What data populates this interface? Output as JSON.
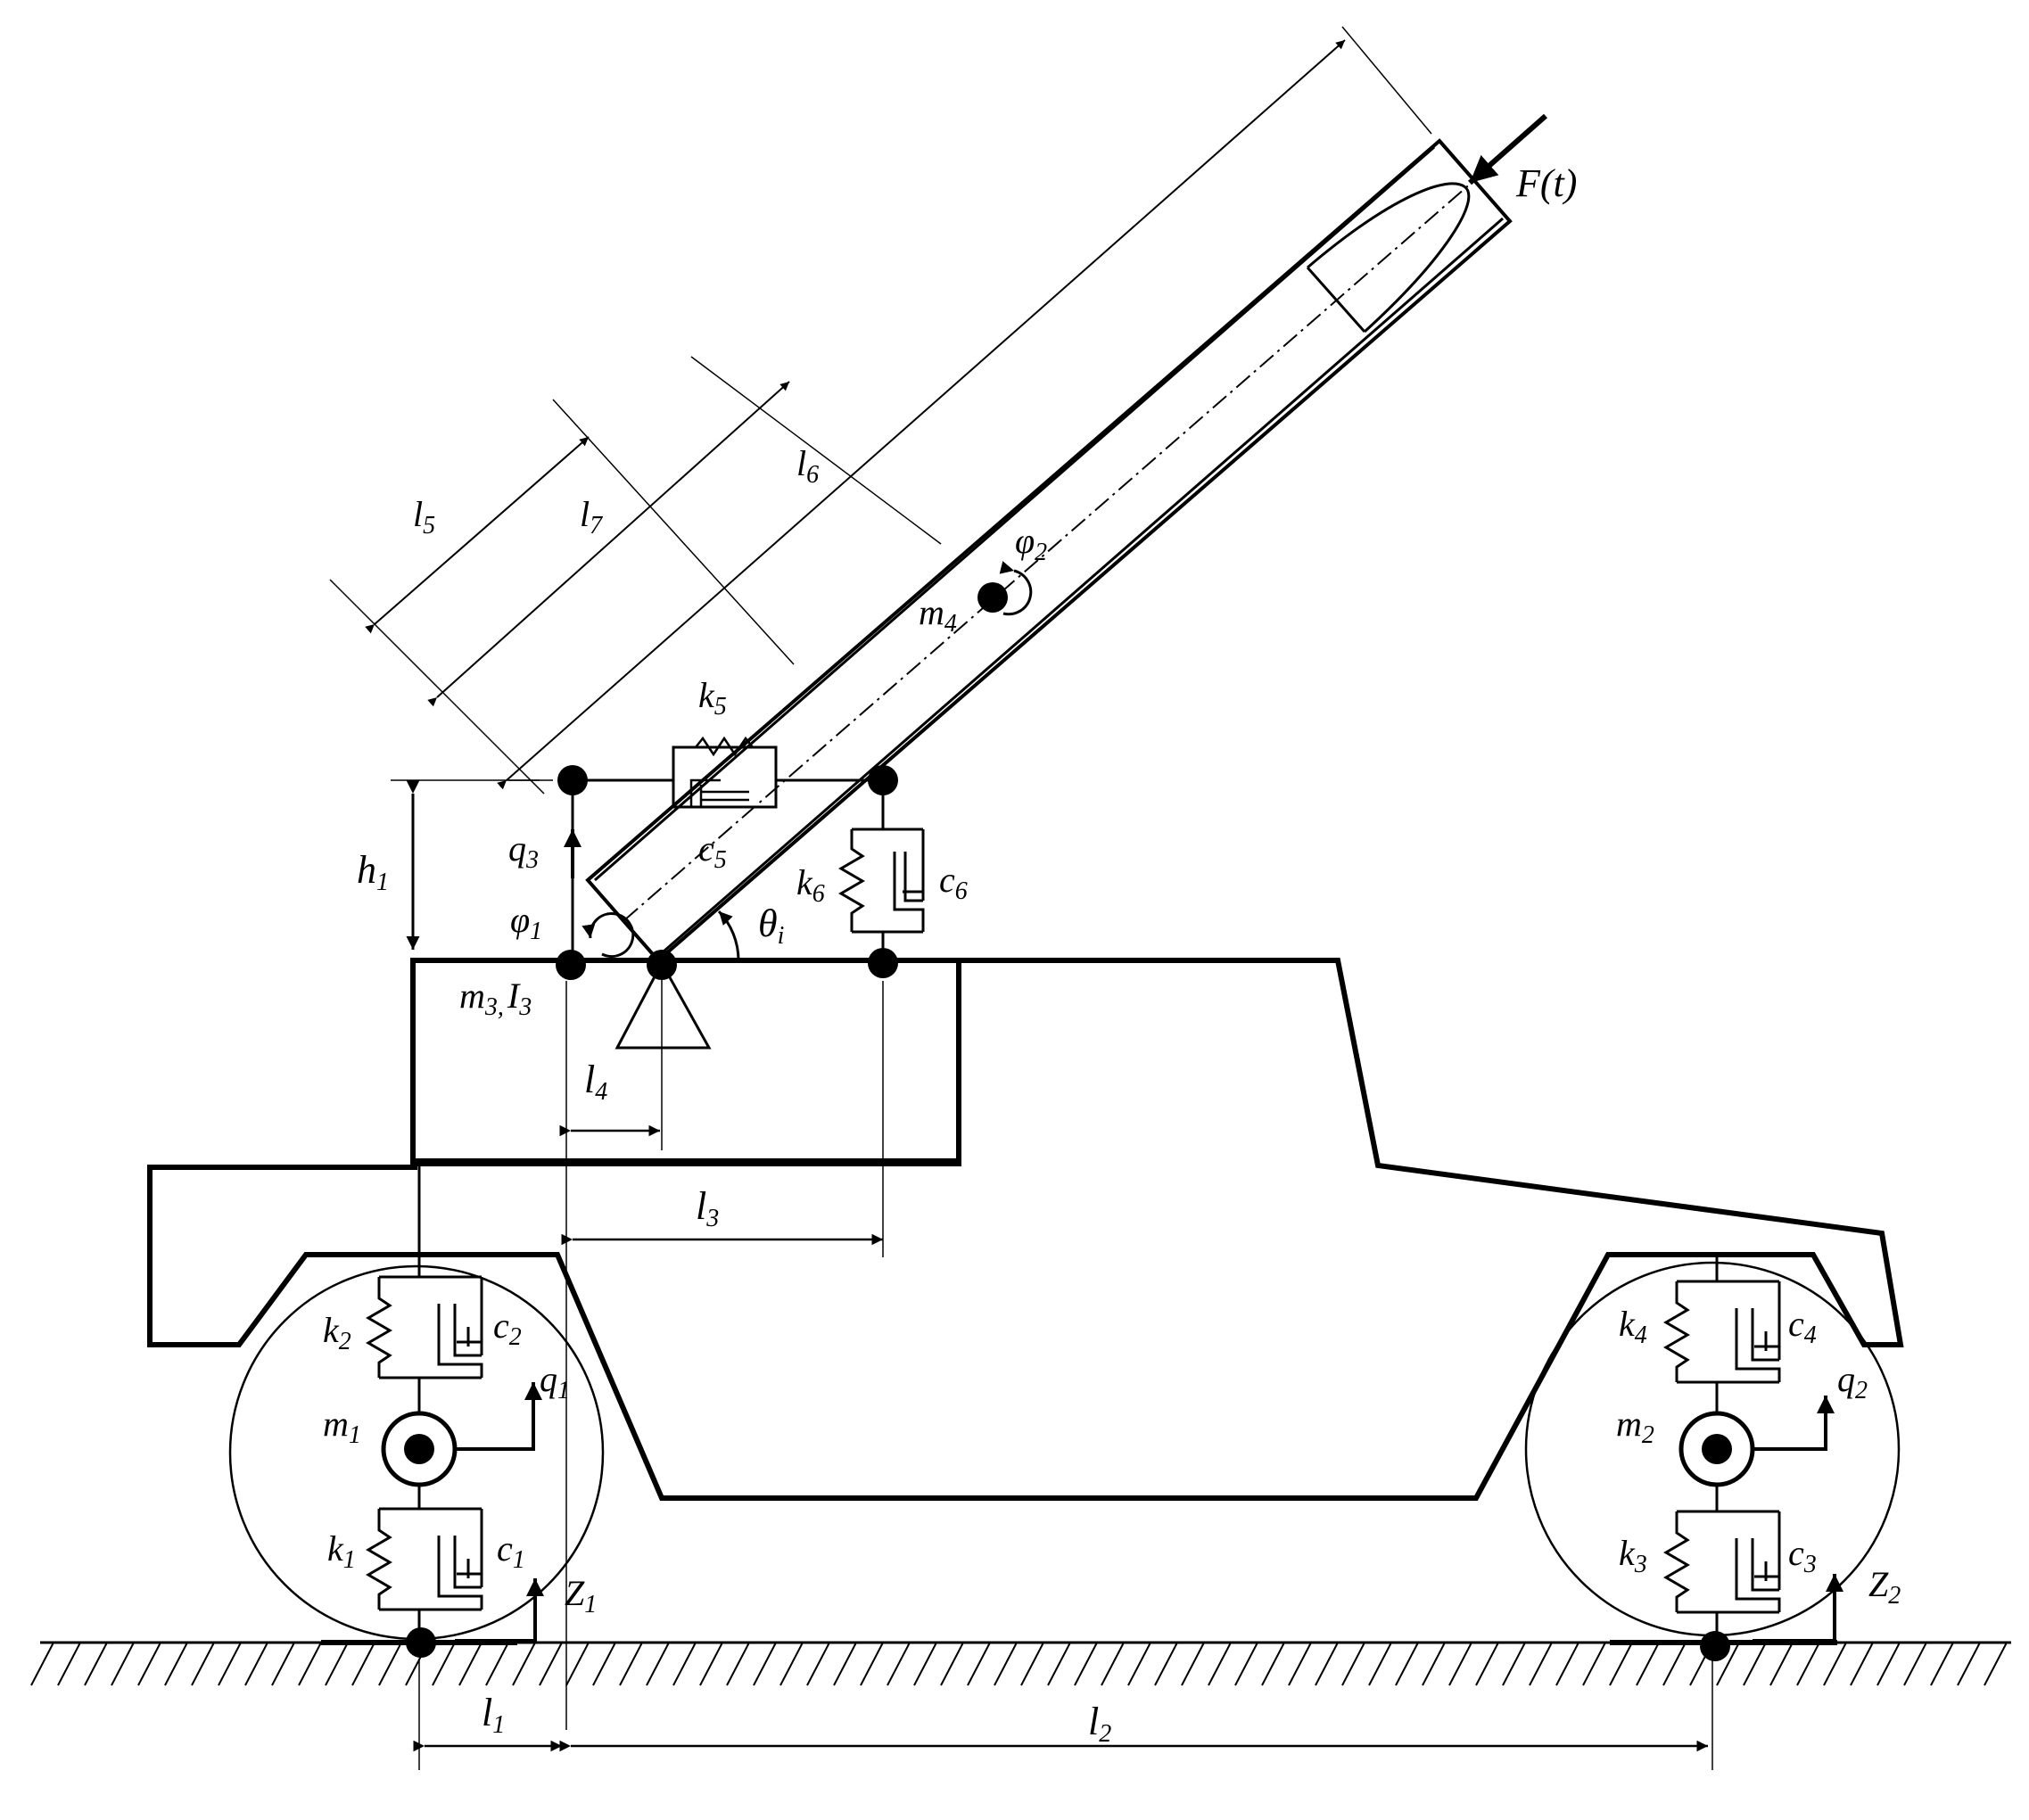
{
  "colors": {
    "ink": "#000000",
    "background": "#ffffff"
  },
  "labels": {
    "force": "F(t)",
    "m4": "m",
    "m4_sub": "4",
    "phi2": "φ",
    "phi2_sub": "2",
    "l5": "l",
    "l5_sub": "5",
    "l7": "l",
    "l7_sub": "7",
    "l6": "l",
    "l6_sub": "6",
    "k5": "k",
    "k5_sub": "5",
    "c5": "c",
    "c5_sub": "5",
    "k6": "k",
    "k6_sub": "6",
    "c6": "c",
    "c6_sub": "6",
    "h1": "h",
    "h1_sub": "1",
    "q3": "q",
    "q3_sub": "3",
    "phi1": "φ",
    "phi1_sub": "1",
    "theta": "θ",
    "theta_sub": "i",
    "m3": "m",
    "m3_sub": "3,",
    "I3": "I",
    "I3_sub": "3",
    "l4": "l",
    "l4_sub": "4",
    "l3": "l",
    "l3_sub": "3",
    "k2": "k",
    "k2_sub": "2",
    "c2": "c",
    "c2_sub": "2",
    "q1": "q",
    "q1_sub": "1",
    "m1": "m",
    "m1_sub": "1",
    "k1": "k",
    "k1_sub": "1",
    "c1": "c",
    "c1_sub": "1",
    "z1": "Z",
    "z1_sub": "1",
    "l1": "l",
    "l1_sub": "1",
    "l2": "l",
    "l2_sub": "2",
    "k4": "k",
    "k4_sub": "4",
    "c4": "c",
    "c4_sub": "4",
    "q2": "q",
    "q2_sub": "2",
    "m2": "m",
    "m2_sub": "2",
    "k3": "k",
    "k3_sub": "3",
    "c3": "c",
    "c3_sub": "3",
    "z2": "Z",
    "z2_sub": "2"
  }
}
